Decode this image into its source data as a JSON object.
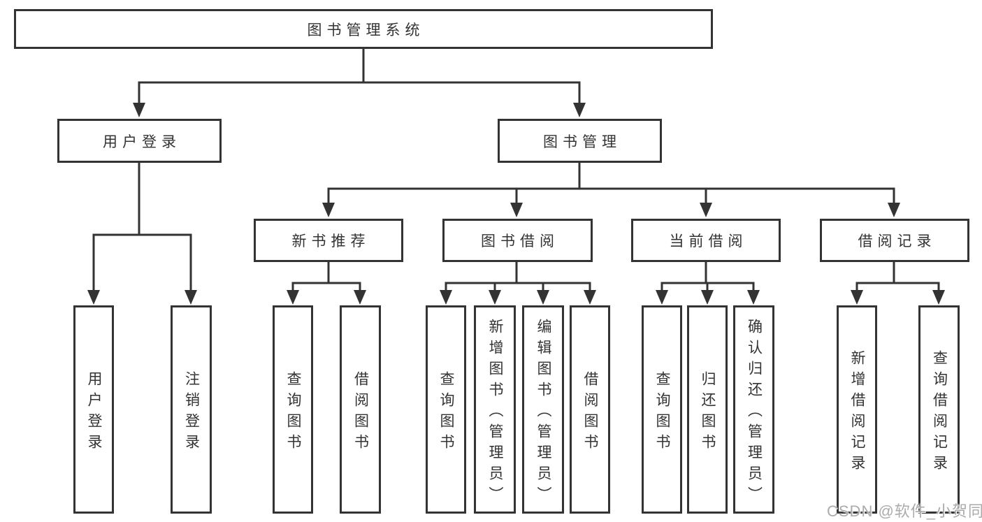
{
  "tree": {
    "root": "图书管理系统",
    "branches": [
      {
        "label": "用户登录",
        "children": [
          "用户登录",
          "注销登录"
        ]
      },
      {
        "label": "图书管理",
        "children": [
          {
            "label": "新书推荐",
            "children": [
              "查询图书",
              "借阅图书"
            ]
          },
          {
            "label": "图书借阅",
            "children": [
              "查询图书",
              "新增图书（管理员）",
              "编辑图书（管理员）",
              "借阅图书"
            ]
          },
          {
            "label": "当前借阅",
            "children": [
              "查询图书",
              "归还图书",
              "确认归还（管理员）"
            ]
          },
          {
            "label": "借阅记录",
            "children": [
              "新增借阅记录",
              "查询借阅记录"
            ]
          }
        ]
      }
    ]
  },
  "watermark": {
    "text": "CSDN @软件_小贺同学"
  },
  "colors": {
    "line": "#333333",
    "text": "#333333",
    "watermark": "#ababab",
    "background": "#ffffff"
  }
}
